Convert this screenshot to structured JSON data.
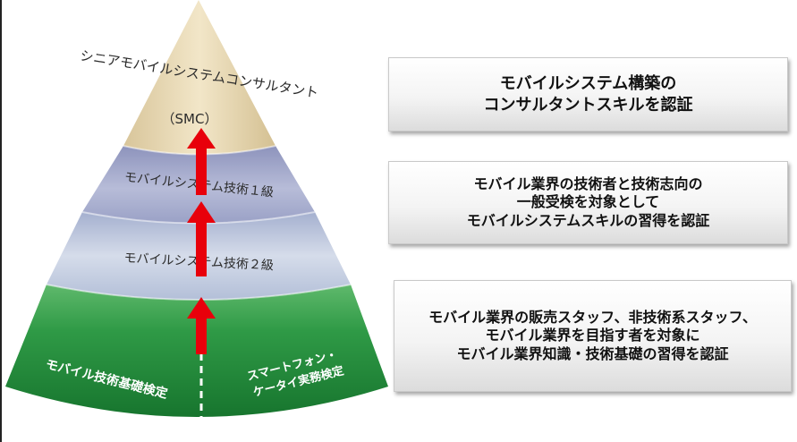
{
  "pyramid": {
    "tiers": [
      {
        "label": "シニアモバイルシステムコンサルタント",
        "abbr": "（SMC）"
      },
      {
        "label": "モバイルシステム技術１級"
      },
      {
        "label": "モバイルシステム技術２級"
      },
      {
        "label_left": "モバイル技術基礎検定",
        "label_right": "スマートフォン・\nケータイ実務検定"
      }
    ],
    "colors": {
      "top": "#e8d9b4",
      "upper": "#a9afd0",
      "middle": "#c4cde1",
      "bottom": "#2f9a46",
      "arrow": "#e8000b"
    }
  },
  "descriptions": [
    {
      "text": "モバイルシステム構築の\nコンサルタントスキルを認証"
    },
    {
      "text": "モバイル業界の技術者と技術志向の\n一般受検を対象として\nモバイルシステムスキルの習得を認証"
    },
    {
      "text": "モバイル業界の販売スタッフ、非技術系スタッフ、\nモバイル業界を目指す者を対象に\nモバイル業界知識・技術基礎の習得を認証"
    }
  ]
}
